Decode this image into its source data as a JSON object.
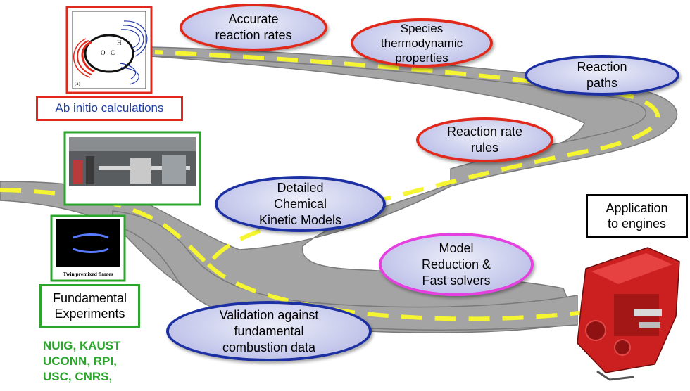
{
  "ovals": {
    "accurate_rates": "Accurate\nreaction rates",
    "species_thermo": "Species\nthermodynamic\nproperties",
    "reaction_paths": "Reaction\npaths",
    "rate_rules": "Reaction rate\nrules",
    "detailed_models": "Detailed\nChemical\nKinetic Models",
    "model_reduction": "Model\nReduction &\nFast solvers",
    "validation": "Validation against\nfundamental\ncombustion data"
  },
  "boxes": {
    "ab_initio": "Ab initio calculations",
    "fundamental_experiments": "Fundamental\nExperiments",
    "application": "Application\nto engines"
  },
  "figure_texts": {
    "orbital_o": "O",
    "orbital_c": "C",
    "orbital_h": "H",
    "orbital_panel": "(a)",
    "flame_caption": "Twin premixed flames"
  },
  "labs": "NUIG, KAUST\nUCONN, RPI,\nUSC, CNRS,",
  "colors": {
    "road": "#a4a4a4",
    "road_stripe": "#f5f531",
    "red_border": "#e0291b",
    "blue_border": "#1c2fa3",
    "pink_border": "#e63fe0",
    "green_border": "#2ba52b",
    "label_blue": "#1d3fa6"
  }
}
